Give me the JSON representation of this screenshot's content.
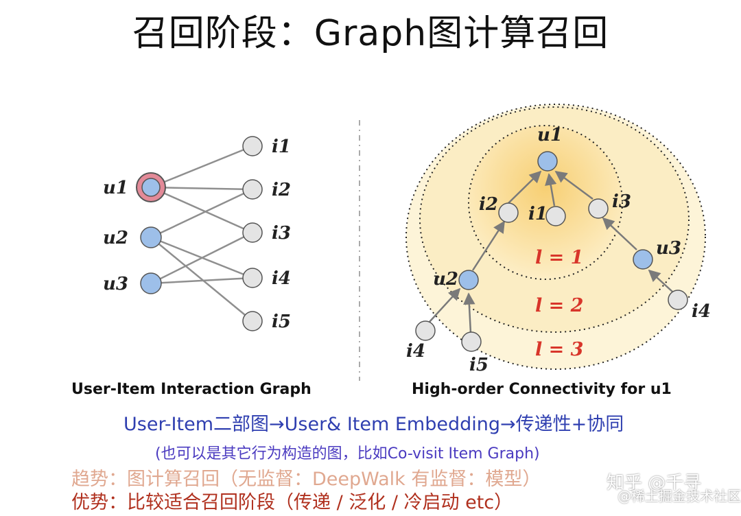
{
  "title": "召回阶段：Graph图计算召回",
  "left_graph": {
    "caption": "User-Item Interaction Graph",
    "users": [
      "u1",
      "u2",
      "u3"
    ],
    "items": [
      "i1",
      "i2",
      "i3",
      "i4",
      "i5"
    ]
  },
  "right_graph": {
    "caption": "High-order Connectivity for u1",
    "levels": [
      "l = 1",
      "l = 2",
      "l = 3"
    ]
  },
  "lines": {
    "summary": "User-Item二部图→User& Item Embedding→传递性+协同",
    "note": "(也可以是其它行为构造的图，比如Co-visit Item Graph)",
    "trend": "趋势：图计算召回（无监督：DeepWalk  有监督：模型）",
    "advantage": "优势：比较适合召回阶段（传递 / 泛化 / 冷启动 etc）"
  },
  "watermark": {
    "line1": "知乎 @千寻",
    "line2": "@稀土掘金技术社区"
  },
  "colors": {
    "user_node": "#9dbfe9",
    "item_node": "#e4e4e4",
    "highlight_ring": "#e38a98",
    "level_label": "#d8352a",
    "inner_circle": "#fbe3a4",
    "outer_ellipse": "#fdf4d8"
  }
}
